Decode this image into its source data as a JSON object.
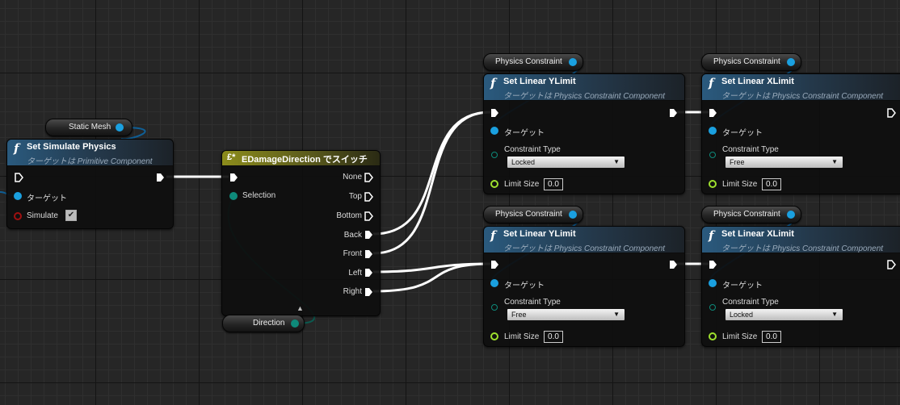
{
  "nodes": {
    "static_mesh_var": {
      "label": "Static Mesh"
    },
    "set_simulate": {
      "title": "Set Simulate Physics",
      "subtitle": "ターゲットは Primitive Component",
      "target_label": "ターゲット",
      "simulate_label": "Simulate",
      "simulate_checked": "✔"
    },
    "switch": {
      "icon": "£*",
      "title": "EDamageDirection でスイッチ",
      "selection_label": "Selection",
      "outputs": [
        "None",
        "Top",
        "Bottom",
        "Back",
        "Front",
        "Left",
        "Right"
      ]
    },
    "direction_var": {
      "label": "Direction",
      "arrow": "▲"
    },
    "pc_var_1": {
      "label": "Physics Constraint"
    },
    "pc_var_2": {
      "label": "Physics Constraint"
    },
    "pc_var_3": {
      "label": "Physics Constraint"
    },
    "pc_var_4": {
      "label": "Physics Constraint"
    },
    "ylimit_top": {
      "title": "Set Linear YLimit",
      "subtitle": "ターゲットは Physics Constraint Component",
      "target_label": "ターゲット",
      "ctype_label": "Constraint Type",
      "ctype_value": "Locked",
      "limit_label": "Limit Size",
      "limit_value": "0.0"
    },
    "xlimit_top": {
      "title": "Set Linear XLimit",
      "subtitle": "ターゲットは Physics Constraint Component",
      "target_label": "ターゲット",
      "ctype_label": "Constraint Type",
      "ctype_value": "Free",
      "limit_label": "Limit Size",
      "limit_value": "0.0"
    },
    "ylimit_bottom": {
      "title": "Set Linear YLimit",
      "subtitle": "ターゲットは Physics Constraint Component",
      "target_label": "ターゲット",
      "ctype_label": "Constraint Type",
      "ctype_value": "Free",
      "limit_label": "Limit Size",
      "limit_value": "0.0"
    },
    "xlimit_bottom": {
      "title": "Set Linear XLimit",
      "subtitle": "ターゲットは Physics Constraint Component",
      "target_label": "ターゲット",
      "ctype_label": "Constraint Type",
      "ctype_value": "Locked",
      "limit_label": "Limit Size",
      "limit_value": "0.0"
    }
  },
  "colors": {
    "object_pin": "#1aa0e0",
    "enum_pin": "#0e8a7a",
    "bool_pin": "#a01010",
    "float_pin": "#9ee02e",
    "exec_pin": "#ffffff"
  },
  "icons": {
    "function": "function-icon",
    "exec": "exec-pin-icon",
    "dropdown": "chevron-down-icon",
    "switch": "switch-icon"
  }
}
